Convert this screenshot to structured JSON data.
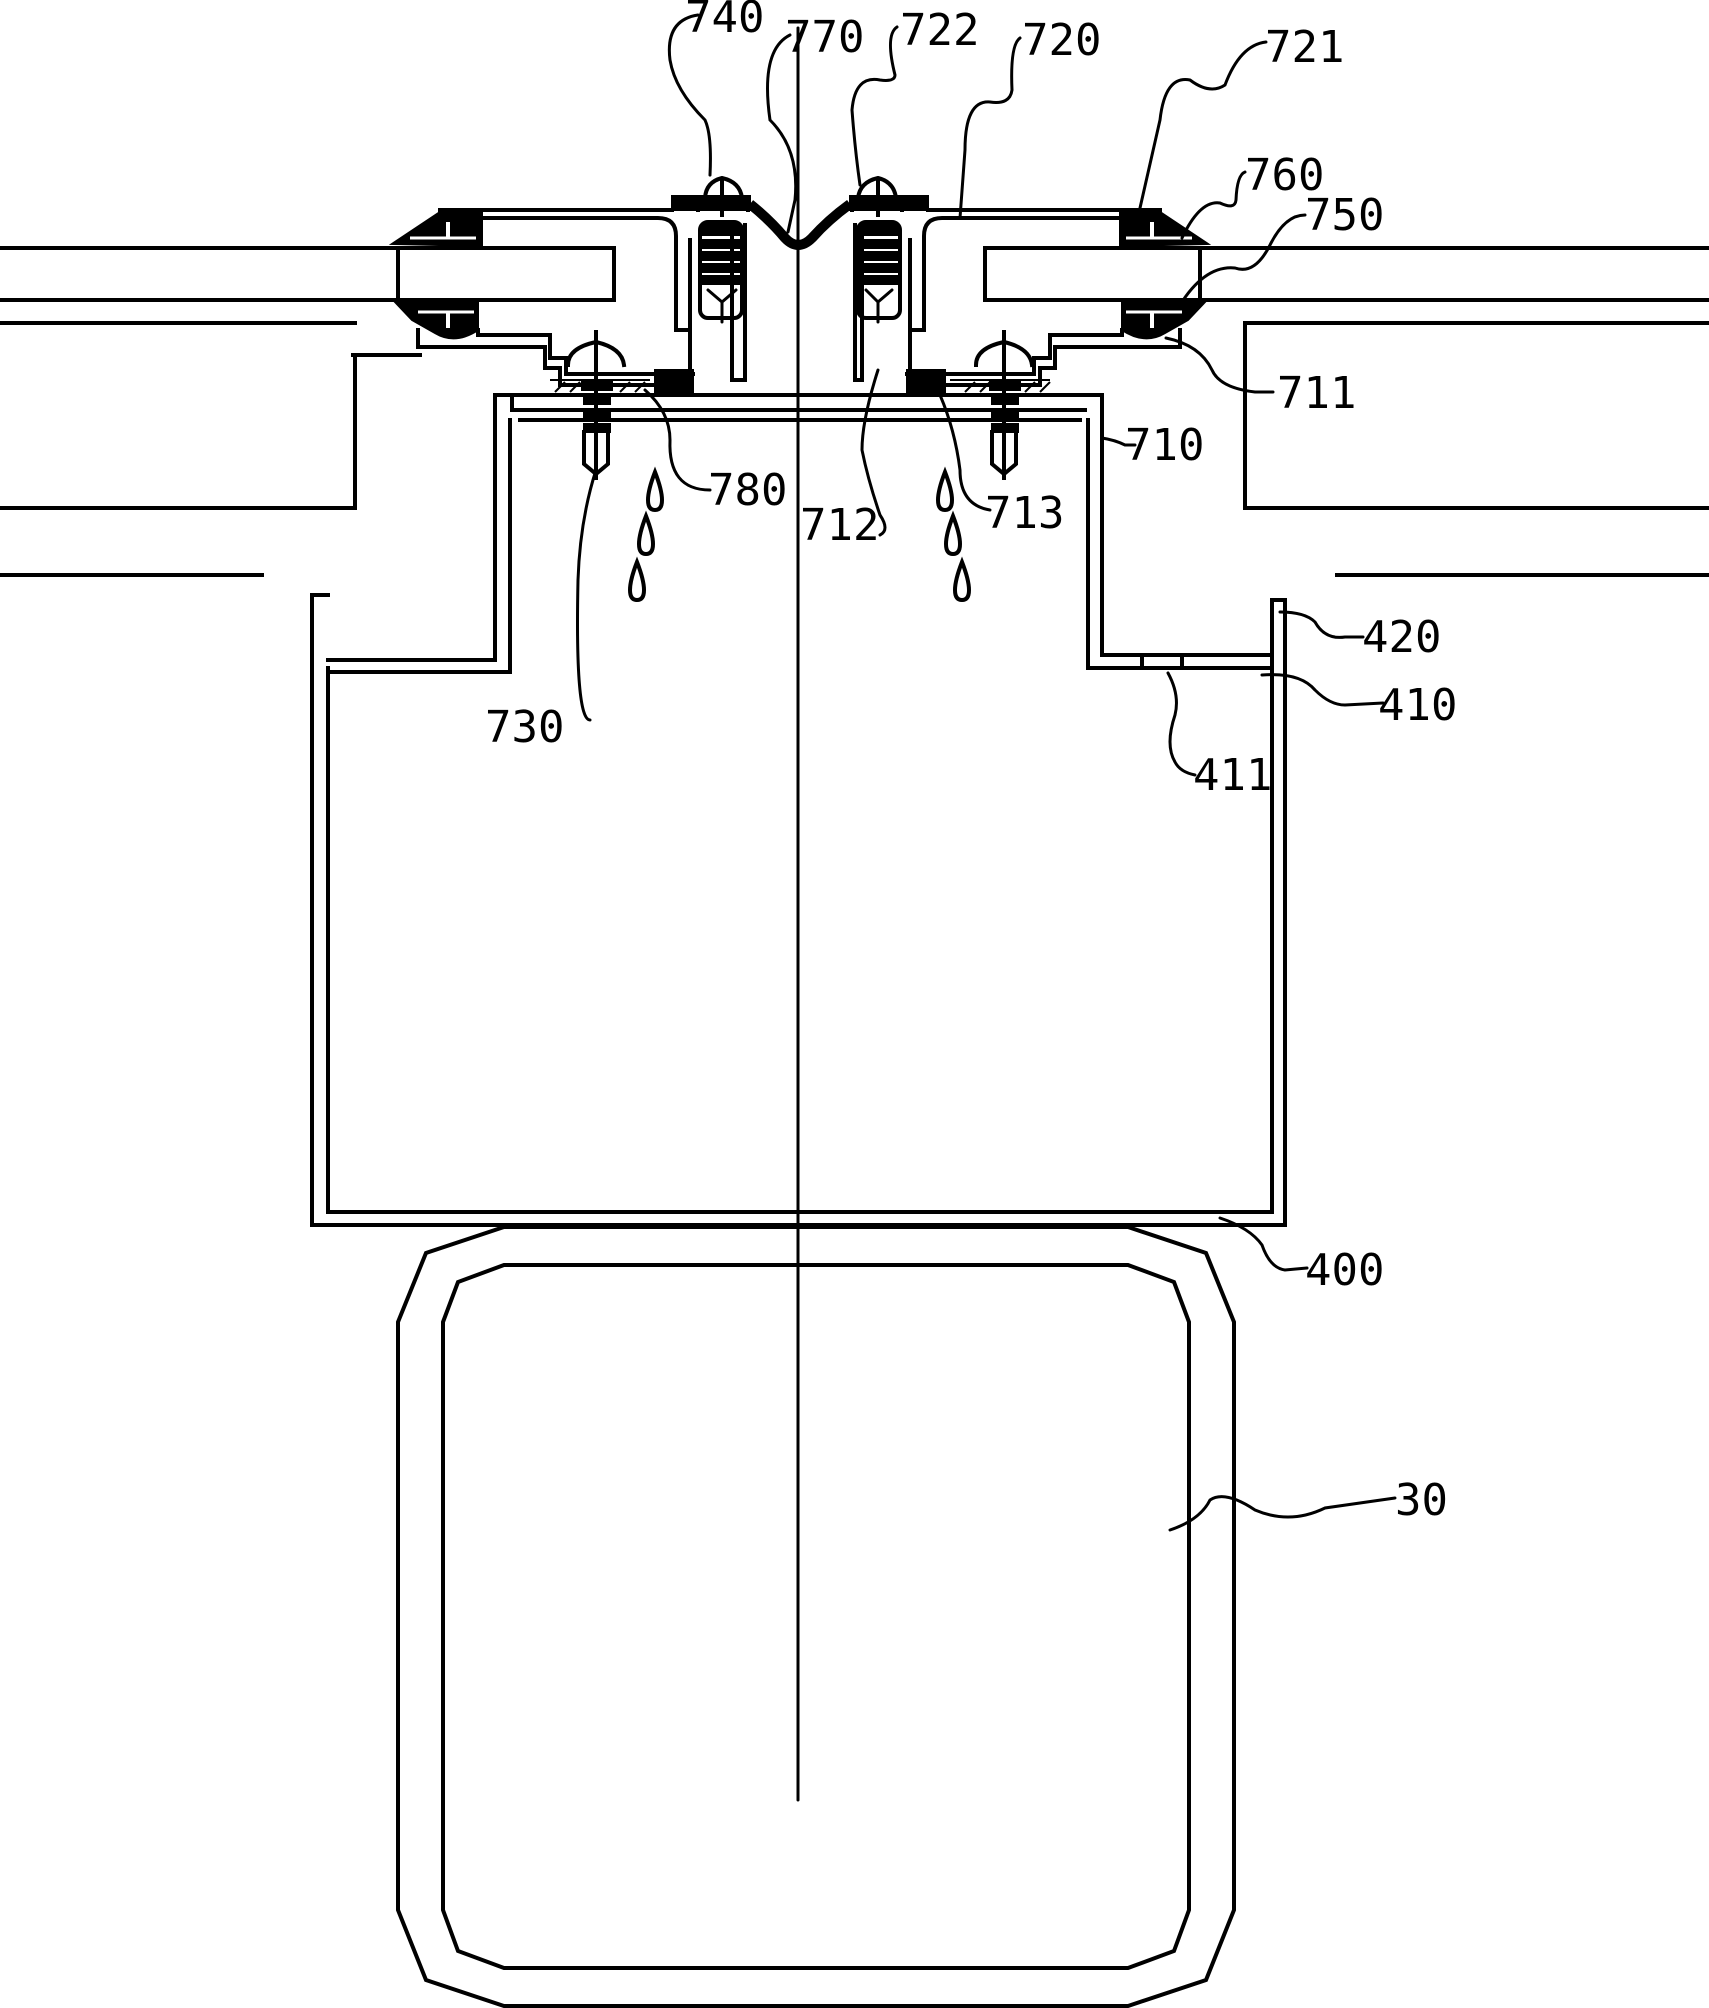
{
  "figure": {
    "type": "patent cross-section drawing",
    "background_color": "#ffffff",
    "line_color": "#000000"
  },
  "labels": {
    "l740": "740",
    "l770": "770",
    "l722": "722",
    "l720": "720",
    "l721": "721",
    "l760": "760",
    "l750": "750",
    "l711": "711",
    "l710": "710",
    "l780": "780",
    "l712": "712",
    "l713": "713",
    "l730": "730",
    "l420": "420",
    "l410": "410",
    "l411": "411",
    "l400": "400",
    "l30": "30"
  },
  "components": [
    {
      "ref": "30",
      "description": "support beam (octagonal tube)"
    },
    {
      "ref": "400",
      "description": "gutter body"
    },
    {
      "ref": "410",
      "description": "gutter flange"
    },
    {
      "ref": "411",
      "description": "drain hole"
    },
    {
      "ref": "420",
      "description": "gutter side wall"
    },
    {
      "ref": "710",
      "description": "base profile"
    },
    {
      "ref": "711",
      "description": "base profile arm"
    },
    {
      "ref": "712",
      "description": "base profile central channel"
    },
    {
      "ref": "713",
      "description": "sealing strip"
    },
    {
      "ref": "720",
      "description": "pressure cap"
    },
    {
      "ref": "721",
      "description": "upper gasket"
    },
    {
      "ref": "722",
      "description": "cap screw"
    },
    {
      "ref": "730",
      "description": "base screw"
    },
    {
      "ref": "740",
      "description": "cap screw (left)"
    },
    {
      "ref": "750",
      "description": "lower gasket"
    },
    {
      "ref": "760",
      "description": "panel edge"
    },
    {
      "ref": "770",
      "description": "flexible seal strip"
    },
    {
      "ref": "780",
      "description": "seal pad"
    }
  ],
  "water_drops": {
    "left_count": 3,
    "right_count": 3
  }
}
